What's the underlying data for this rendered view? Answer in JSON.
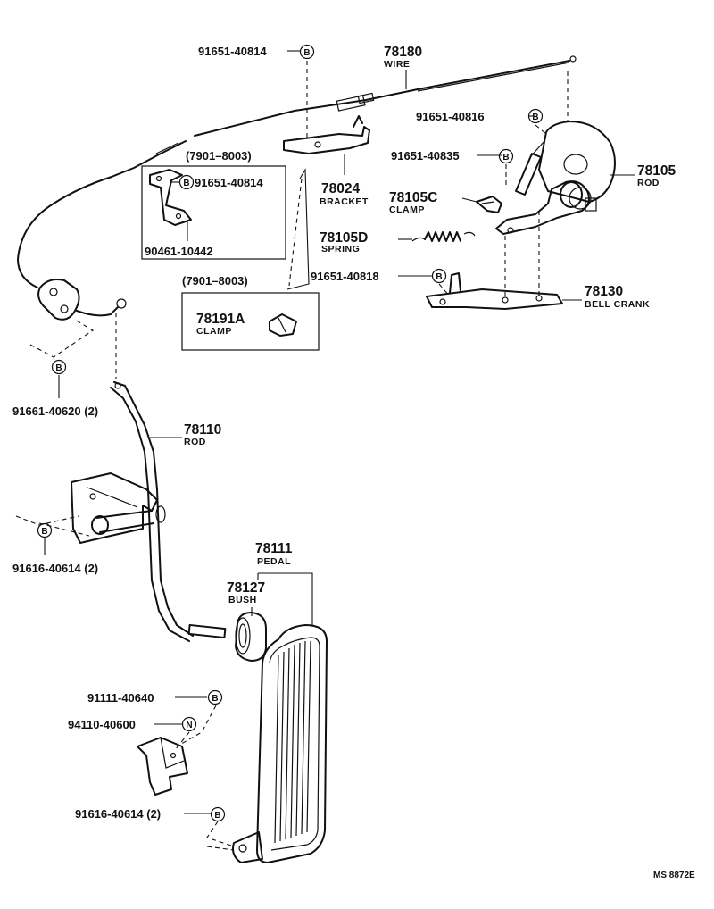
{
  "parts": {
    "wire": {
      "number": "78180",
      "name": "WIRE"
    },
    "bracket": {
      "number": "78024",
      "name": "BRACKET"
    },
    "rod_upper": {
      "number": "78105",
      "name": "ROD"
    },
    "clamp_upper": {
      "number": "78105C",
      "name": "CLAMP"
    },
    "spring": {
      "number": "78105D",
      "name": "SPRING"
    },
    "bell_crank": {
      "number": "78130",
      "name": "BELL CRANK"
    },
    "clamp_inset": {
      "number": "78191A",
      "name": "CLAMP"
    },
    "rod_lower": {
      "number": "78110",
      "name": "ROD"
    },
    "pedal": {
      "number": "78111",
      "name": "PEDAL"
    },
    "bush": {
      "number": "78127",
      "name": "BUSH"
    }
  },
  "fasteners": {
    "f1": "91651-40814",
    "f2": "91651-40816",
    "f3": "91651-40835",
    "f4": "91651-40818",
    "f5": "91651-40814",
    "f6": "90461-10442",
    "f7": "91661-40620 (2)",
    "f8": "91616-40614 (2)",
    "f9": "91111-40640",
    "f10": "94110-40600",
    "f11": "91616-40614 (2)"
  },
  "symbols": {
    "b": "B",
    "n": "N"
  },
  "insets": {
    "upper_range": "(7901–8003)",
    "lower_range": "(7901–8003)"
  },
  "footer": {
    "code": "MS 8872E"
  }
}
